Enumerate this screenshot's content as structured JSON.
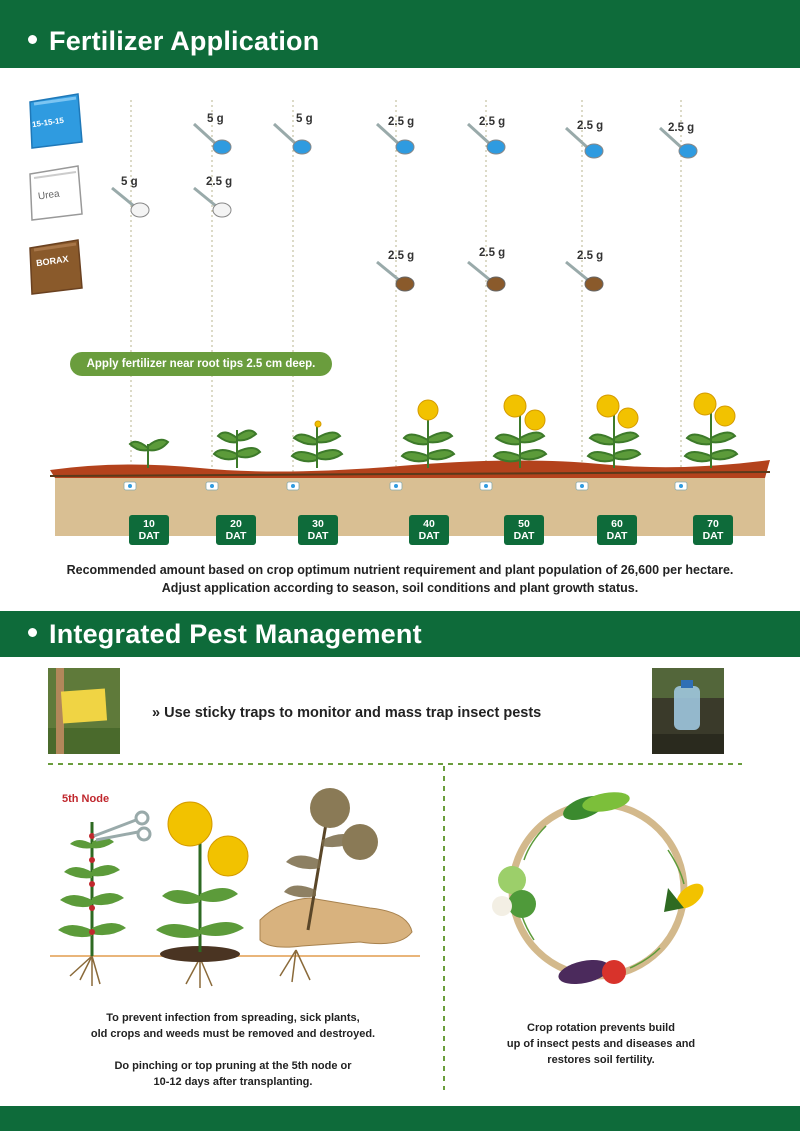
{
  "fertilizer": {
    "title": "Fertilizer Application",
    "bags": [
      {
        "label": "15-15-15",
        "color": "#2f9be0"
      },
      {
        "label": "Urea",
        "color": "#ffffff"
      },
      {
        "label": "BORAX",
        "color": "#8a5a2b"
      }
    ],
    "dat": [
      {
        "num": "10",
        "unit": "DAT",
        "npk": "",
        "urea": "5 g",
        "borax": ""
      },
      {
        "num": "20",
        "unit": "DAT",
        "npk": "5 g",
        "urea": "2.5 g",
        "borax": ""
      },
      {
        "num": "30",
        "unit": "DAT",
        "npk": "5 g",
        "urea": "",
        "borax": ""
      },
      {
        "num": "40",
        "unit": "DAT",
        "npk": "2.5 g",
        "urea": "",
        "borax": "2.5 g"
      },
      {
        "num": "50",
        "unit": "DAT",
        "npk": "2.5 g",
        "urea": "",
        "borax": "2.5 g"
      },
      {
        "num": "60",
        "unit": "DAT",
        "npk": "2.5 g",
        "urea": "",
        "borax": "2.5 g"
      },
      {
        "num": "70",
        "unit": "DAT",
        "npk": "2.5 g",
        "urea": "",
        "borax": ""
      }
    ],
    "note": "Apply fertilizer near root tips 2.5 cm deep.",
    "rec_line1": "Recommended amount based on crop optimum nutrient requirement and plant population of 26,600 per hectare.",
    "rec_line2": "Adjust application according to season, soil conditions and plant growth status."
  },
  "ipm": {
    "title": "Integrated Pest Management",
    "sticky": "» Use sticky traps to monitor and mass trap insect pests",
    "node_label": "5th Node",
    "remove_line1": "To prevent infection from spreading, sick plants,",
    "remove_line2": "old crops and weeds must be removed and destroyed.",
    "pinch_line1": "Do pinching or top pruning at the 5th node or",
    "pinch_line2": "10-12 days after transplanting.",
    "rotation_line1": "Crop rotation prevents build",
    "rotation_line2": "up of insect pests and diseases and",
    "rotation_line3": "restores soil fertility."
  },
  "colors": {
    "brand_green": "#0e6b3a",
    "pill_green": "#6a9d3d",
    "soil": "#d9bf93",
    "topsoil": "#b3421c",
    "flower": "#f2c200"
  }
}
